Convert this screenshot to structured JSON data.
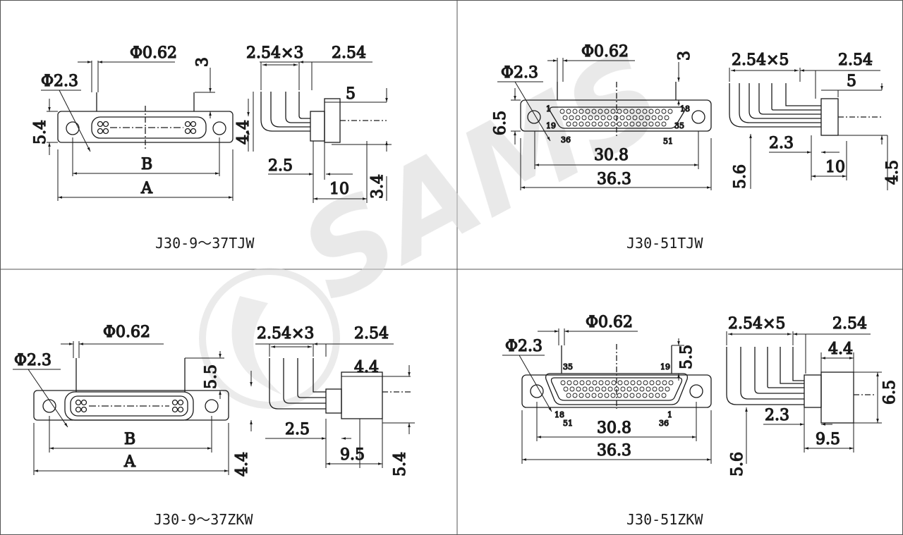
{
  "watermark": {
    "brand": "SAMS"
  },
  "panels": [
    {
      "caption": "J30-9～37TJW",
      "dims": {
        "pin_dia": "Φ0.62",
        "pitch_x3": "2.54×3",
        "pitch": "2.54",
        "top": "3",
        "hole_dia": "Φ2.3",
        "height_left": "5.4",
        "height_mid": "4.4",
        "step": "5",
        "pin_len": "2.5",
        "depth": "10",
        "tail": "3.4",
        "b": "B",
        "a": "A"
      }
    },
    {
      "caption": "J30-51TJW",
      "dims": {
        "pin_dia": "Φ0.62",
        "top": "3",
        "pitch_x5": "2.54×5",
        "pitch": "2.54",
        "hole_dia": "Φ2.3",
        "height_left": "6.5",
        "step": "5",
        "c1": "1",
        "c18": "18",
        "c19": "19",
        "c35": "35",
        "c36": "36",
        "c51": "51",
        "inner": "30.8",
        "outer": "36.3",
        "pin_len": "2.3",
        "depth": "10",
        "h_right": "4.5",
        "h_bottom": "5.6"
      }
    },
    {
      "caption": "J30-9～37ZKW",
      "dims": {
        "pin_dia": "Φ0.62",
        "pitch_x3": "2.54×3",
        "pitch": "2.54",
        "top": "5.5",
        "hole_dia": "Φ2.3",
        "body_w": "4.4",
        "pin_len": "2.5",
        "depth": "9.5",
        "tail": "5.4",
        "height_mid": "4.4",
        "b": "B",
        "a": "A"
      }
    },
    {
      "caption": "J30-51ZKW",
      "dims": {
        "pin_dia": "Φ0.62",
        "top": "5.5",
        "pitch_x5": "2.54×5",
        "pitch": "2.54",
        "hole_dia": "Φ2.3",
        "body_w": "4.4",
        "h_right": "6.5",
        "c35": "35",
        "c19": "19",
        "c18": "18",
        "c51": "51",
        "c36": "36",
        "c1": "1",
        "inner": "30.8",
        "outer": "36.3",
        "pin_len": "2.3",
        "depth": "9.5",
        "h_bottom": "5.6"
      }
    }
  ]
}
